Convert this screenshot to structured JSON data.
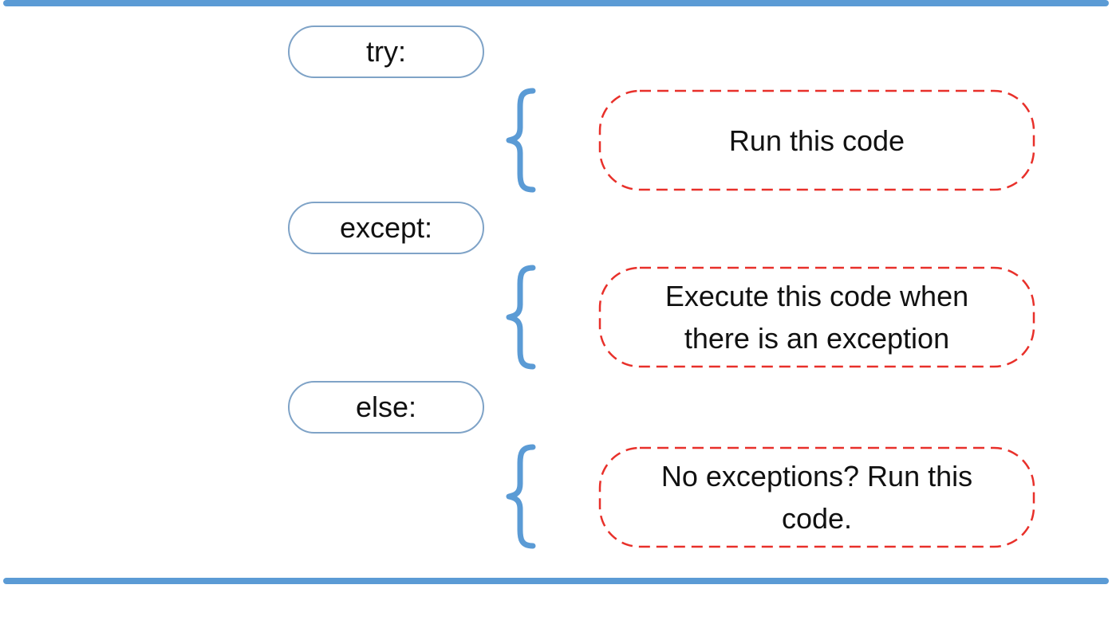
{
  "diagram": {
    "colors": {
      "rule": "#5b9bd5",
      "keyword_border": "#7fa3c7",
      "brace": "#5b9bd5",
      "block_border": "#e8302a",
      "text": "#111111"
    },
    "clauses": [
      {
        "keyword": "try:",
        "description": "Run this code"
      },
      {
        "keyword": "except:",
        "description": "Execute this code when there is an exception"
      },
      {
        "keyword": "else:",
        "description": "No exceptions? Run this code."
      }
    ]
  }
}
